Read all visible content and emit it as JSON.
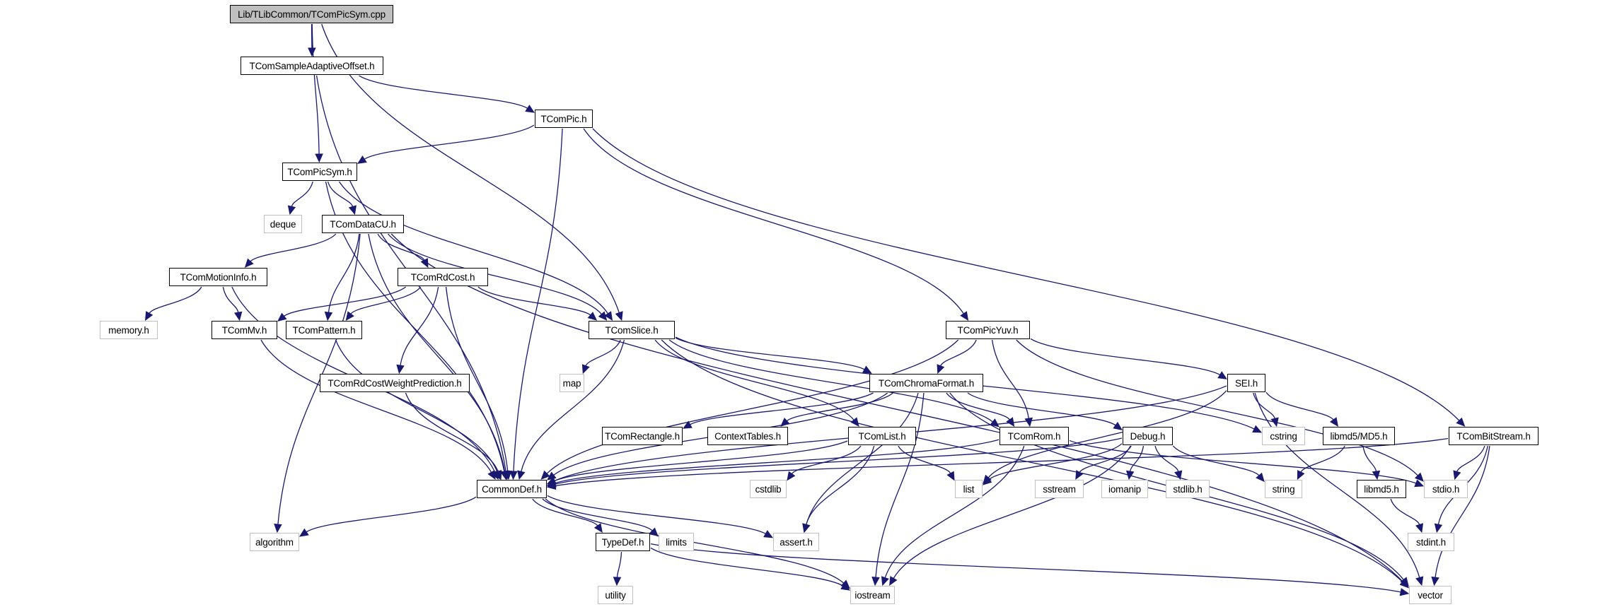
{
  "diagram": {
    "type": "include-dependency-graph",
    "root": "Lib/TLibCommon/TComPicSym.cpp",
    "colors": {
      "edge": "#191970",
      "root_fill": "#bfbfbf",
      "local_border": "#000000",
      "system_border": "#c0c0c0"
    },
    "nodes": [
      {
        "id": "root",
        "label": "Lib/TLibCommon/TComPicSym.cpp",
        "kind": "root"
      },
      {
        "id": "sao",
        "label": "TComSampleAdaptiveOffset.h",
        "kind": "local"
      },
      {
        "id": "pic",
        "label": "TComPic.h",
        "kind": "local"
      },
      {
        "id": "picsym",
        "label": "TComPicSym.h",
        "kind": "local"
      },
      {
        "id": "deque",
        "label": "deque",
        "kind": "system"
      },
      {
        "id": "datacu",
        "label": "TComDataCU.h",
        "kind": "local"
      },
      {
        "id": "motion",
        "label": "TComMotionInfo.h",
        "kind": "local"
      },
      {
        "id": "rdcost",
        "label": "TComRdCost.h",
        "kind": "local"
      },
      {
        "id": "memory",
        "label": "memory.h",
        "kind": "system"
      },
      {
        "id": "mv",
        "label": "TComMv.h",
        "kind": "local"
      },
      {
        "id": "pattern",
        "label": "TComPattern.h",
        "kind": "local"
      },
      {
        "id": "slice",
        "label": "TComSlice.h",
        "kind": "local"
      },
      {
        "id": "picyuv",
        "label": "TComPicYuv.h",
        "kind": "local"
      },
      {
        "id": "map",
        "label": "map",
        "kind": "system"
      },
      {
        "id": "rdcostwp",
        "label": "TComRdCostWeightPrediction.h",
        "kind": "local"
      },
      {
        "id": "chroma",
        "label": "TComChromaFormat.h",
        "kind": "local"
      },
      {
        "id": "sei",
        "label": "SEI.h",
        "kind": "local"
      },
      {
        "id": "rect",
        "label": "TComRectangle.h",
        "kind": "local"
      },
      {
        "id": "ctxtab",
        "label": "ContextTables.h",
        "kind": "local"
      },
      {
        "id": "list_h",
        "label": "TComList.h",
        "kind": "local"
      },
      {
        "id": "rom",
        "label": "TComRom.h",
        "kind": "local"
      },
      {
        "id": "debug",
        "label": "Debug.h",
        "kind": "local"
      },
      {
        "id": "cstring",
        "label": "cstring",
        "kind": "system"
      },
      {
        "id": "md5h",
        "label": "libmd5/MD5.h",
        "kind": "local"
      },
      {
        "id": "bitstream",
        "label": "TComBitStream.h",
        "kind": "local"
      },
      {
        "id": "commondef",
        "label": "CommonDef.h",
        "kind": "local"
      },
      {
        "id": "cstdlib",
        "label": "cstdlib",
        "kind": "system"
      },
      {
        "id": "list",
        "label": "list",
        "kind": "system"
      },
      {
        "id": "sstream",
        "label": "sstream",
        "kind": "system"
      },
      {
        "id": "iomanip",
        "label": "iomanip",
        "kind": "system"
      },
      {
        "id": "stdlib",
        "label": "stdlib.h",
        "kind": "system"
      },
      {
        "id": "string",
        "label": "string",
        "kind": "system"
      },
      {
        "id": "libmd5",
        "label": "libmd5.h",
        "kind": "local"
      },
      {
        "id": "stdio",
        "label": "stdio.h",
        "kind": "system"
      },
      {
        "id": "algorithm",
        "label": "algorithm",
        "kind": "system"
      },
      {
        "id": "typedef",
        "label": "TypeDef.h",
        "kind": "local"
      },
      {
        "id": "limits",
        "label": "limits",
        "kind": "system"
      },
      {
        "id": "assert",
        "label": "assert.h",
        "kind": "system"
      },
      {
        "id": "stdint",
        "label": "stdint.h",
        "kind": "system"
      },
      {
        "id": "utility",
        "label": "utility",
        "kind": "system"
      },
      {
        "id": "iostream",
        "label": "iostream",
        "kind": "system"
      },
      {
        "id": "vector",
        "label": "vector",
        "kind": "system"
      }
    ],
    "edges": [
      [
        "root",
        "sao"
      ],
      [
        "root",
        "picsym"
      ],
      [
        "root",
        "slice"
      ],
      [
        "sao",
        "pic"
      ],
      [
        "sao",
        "commondef"
      ],
      [
        "pic",
        "picsym"
      ],
      [
        "pic",
        "picyuv"
      ],
      [
        "pic",
        "bitstream"
      ],
      [
        "pic",
        "commondef"
      ],
      [
        "picsym",
        "deque"
      ],
      [
        "picsym",
        "datacu"
      ],
      [
        "picsym",
        "slice"
      ],
      [
        "picsym",
        "commondef"
      ],
      [
        "datacu",
        "motion"
      ],
      [
        "datacu",
        "rdcost"
      ],
      [
        "datacu",
        "pattern"
      ],
      [
        "datacu",
        "slice"
      ],
      [
        "datacu",
        "commondef"
      ],
      [
        "datacu",
        "algorithm"
      ],
      [
        "datacu",
        "vector"
      ],
      [
        "motion",
        "memory"
      ],
      [
        "motion",
        "mv"
      ],
      [
        "motion",
        "commondef"
      ],
      [
        "rdcost",
        "mv"
      ],
      [
        "rdcost",
        "pattern"
      ],
      [
        "rdcost",
        "slice"
      ],
      [
        "rdcost",
        "rdcostwp"
      ],
      [
        "rdcost",
        "commondef"
      ],
      [
        "mv",
        "commondef"
      ],
      [
        "pattern",
        "commondef"
      ],
      [
        "rdcostwp",
        "commondef"
      ],
      [
        "slice",
        "map"
      ],
      [
        "slice",
        "chroma"
      ],
      [
        "slice",
        "list_h"
      ],
      [
        "slice",
        "rom"
      ],
      [
        "slice",
        "commondef"
      ],
      [
        "slice",
        "cstring"
      ],
      [
        "slice",
        "vector"
      ],
      [
        "picyuv",
        "chroma"
      ],
      [
        "picyuv",
        "rom"
      ],
      [
        "picyuv",
        "sei"
      ],
      [
        "picyuv",
        "commondef"
      ],
      [
        "picyuv",
        "stdio"
      ],
      [
        "chroma",
        "rect"
      ],
      [
        "chroma",
        "ctxtab"
      ],
      [
        "chroma",
        "rom"
      ],
      [
        "chroma",
        "debug"
      ],
      [
        "chroma",
        "commondef"
      ],
      [
        "chroma",
        "assert"
      ],
      [
        "chroma",
        "iostream"
      ],
      [
        "chroma",
        "vector"
      ],
      [
        "sei",
        "cstring"
      ],
      [
        "sei",
        "md5h"
      ],
      [
        "sei",
        "list"
      ],
      [
        "sei",
        "commondef"
      ],
      [
        "sei",
        "vector"
      ],
      [
        "list_h",
        "cstdlib"
      ],
      [
        "list_h",
        "list"
      ],
      [
        "list_h",
        "assert"
      ],
      [
        "list_h",
        "commondef"
      ],
      [
        "rom",
        "stdio"
      ],
      [
        "rom",
        "iostream"
      ],
      [
        "rom",
        "commondef"
      ],
      [
        "debug",
        "list"
      ],
      [
        "debug",
        "sstream"
      ],
      [
        "debug",
        "iomanip"
      ],
      [
        "debug",
        "stdlib"
      ],
      [
        "debug",
        "string"
      ],
      [
        "debug",
        "iostream"
      ],
      [
        "debug",
        "commondef"
      ],
      [
        "md5h",
        "libmd5"
      ],
      [
        "md5h",
        "string"
      ],
      [
        "libmd5",
        "stdint"
      ],
      [
        "bitstream",
        "stdio"
      ],
      [
        "bitstream",
        "stdint"
      ],
      [
        "bitstream",
        "vector"
      ],
      [
        "bitstream",
        "commondef"
      ],
      [
        "commondef",
        "algorithm"
      ],
      [
        "commondef",
        "typedef"
      ],
      [
        "commondef",
        "limits"
      ],
      [
        "commondef",
        "assert"
      ],
      [
        "commondef",
        "iostream"
      ],
      [
        "typedef",
        "utility"
      ],
      [
        "typedef",
        "iostream"
      ],
      [
        "typedef",
        "vector"
      ]
    ]
  }
}
